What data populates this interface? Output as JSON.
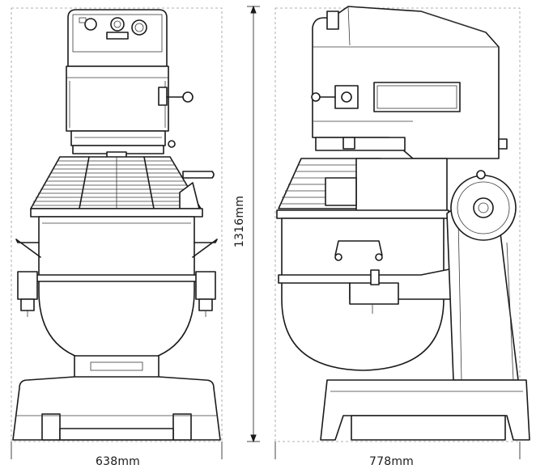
{
  "dimensions": {
    "front_width": "638mm",
    "side_width": "778mm",
    "height": "1316mm"
  }
}
